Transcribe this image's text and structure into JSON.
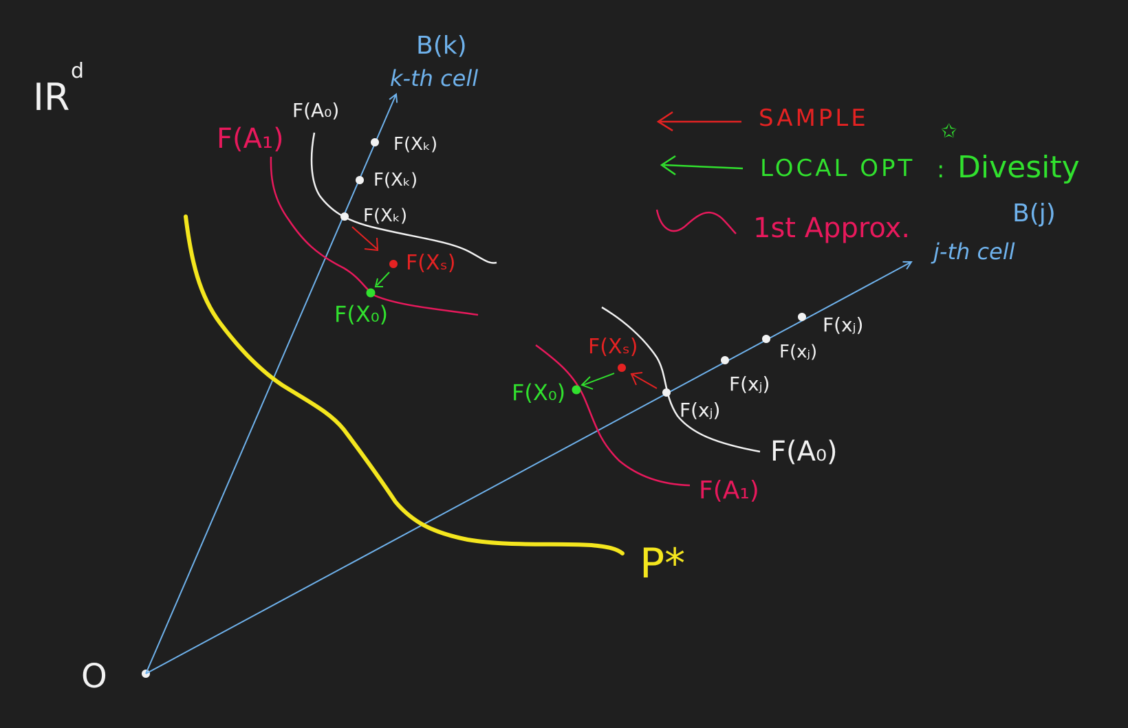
{
  "colors": {
    "background": "#1f1f1f",
    "axis": "#6fb2ec",
    "white": "#f2f2f2",
    "sample": "#e52222",
    "local_opt": "#31e12e",
    "approx": "#e8195c",
    "pareto": "#f4e61e"
  },
  "space": {
    "label": "IR",
    "superscript": "d"
  },
  "origin": {
    "label": "O"
  },
  "pareto": {
    "label": "P*"
  },
  "legend": {
    "sample": "SAMPLE",
    "local_opt": "LOCAL OPT",
    "colon": ":",
    "diversity": "Divesity",
    "star": "✩",
    "approx": "1st Approx."
  },
  "cell_k": {
    "title": "B(k)",
    "subtitle": "k-th cell",
    "f_a0": "F(A₀)",
    "f_a1": "F(A₁)",
    "xk_labels": [
      "F(Xₖ)",
      "F(Xₖ)",
      "F(Xₖ)"
    ],
    "xs": "F(Xₛ)",
    "x0": "F(X₀)"
  },
  "cell_j": {
    "title": "B(j)",
    "subtitle": "j-th cell",
    "f_a0": "F(A₀)",
    "f_a1": "F(A₁)",
    "xj_labels": [
      "F(xⱼ)",
      "F(xⱼ)",
      "F(xⱼ)",
      "F(xⱼ)"
    ],
    "xs": "F(Xₛ)",
    "x0": "F(X₀)"
  }
}
